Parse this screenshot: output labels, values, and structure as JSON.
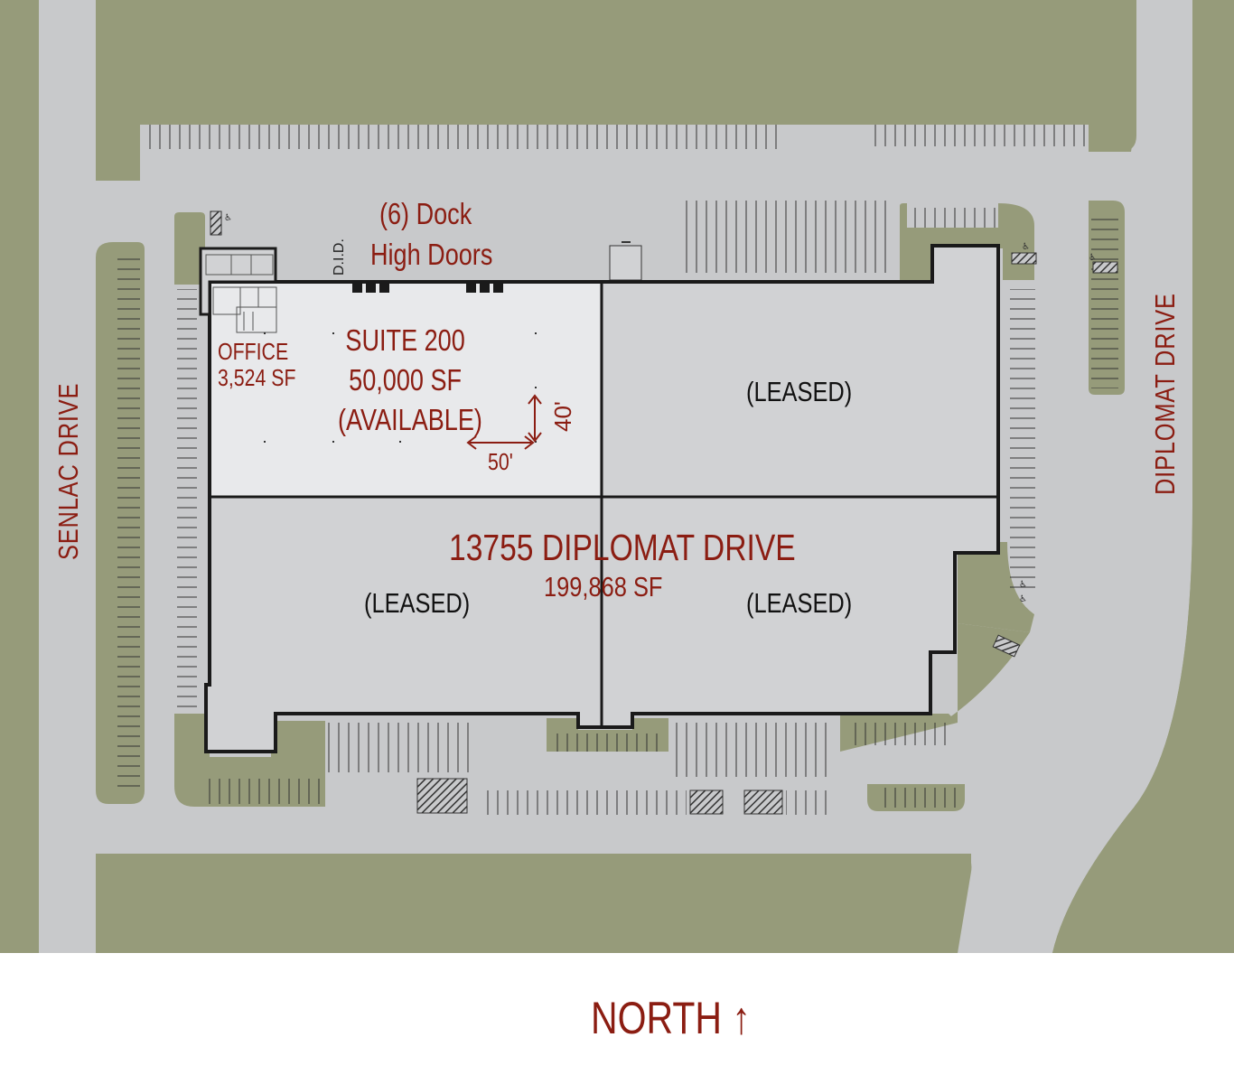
{
  "colors": {
    "grass": "#969b7a",
    "pavement": "#c8c9cb",
    "building": "#d1d2d4",
    "available_suite": "#e8e9eb",
    "wall": "#1a1a1a",
    "label_red": "#8b1d12",
    "label_black": "#111111"
  },
  "dock": {
    "line1": "(6) Dock",
    "line2": "High Doors"
  },
  "did_label": "D.I.D.",
  "office": {
    "title": "OFFICE",
    "area": "3,524 SF"
  },
  "suite": {
    "name": "SUITE 200",
    "area": "50,000 SF",
    "status": "(AVAILABLE)"
  },
  "dimensions": {
    "vertical": "40'",
    "horizontal": "50'"
  },
  "leased_labels": [
    "(LEASED)",
    "(LEASED)",
    "(LEASED)"
  ],
  "building": {
    "address": "13755 DIPLOMAT DRIVE",
    "area": "199,868 SF"
  },
  "roads": {
    "west": "SENLAC DRIVE",
    "east": "DIPLOMAT DRIVE"
  },
  "north_label": "NORTH ↑",
  "icons": [
    "accessible-parking-icon",
    "north-arrow-icon"
  ]
}
